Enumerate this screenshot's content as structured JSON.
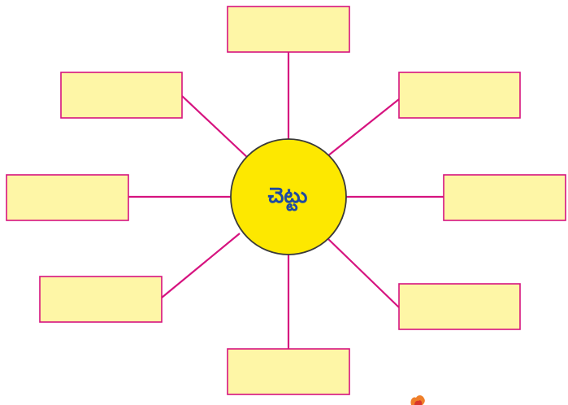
{
  "center": {
    "label": "చెట్టు"
  },
  "boxes": [
    {
      "id": "top",
      "text": ""
    },
    {
      "id": "upper-right",
      "text": ""
    },
    {
      "id": "right",
      "text": ""
    },
    {
      "id": "lower-right",
      "text": ""
    },
    {
      "id": "bottom",
      "text": ""
    },
    {
      "id": "lower-left",
      "text": ""
    },
    {
      "id": "left",
      "text": ""
    },
    {
      "id": "upper-left",
      "text": ""
    }
  ],
  "colors": {
    "connector": "#d6137f",
    "box_fill": "#fef6a6",
    "box_border": "#d6137f",
    "center_fill": "#fde800",
    "center_border": "#3a3a3a",
    "center_text": "#1f4aa0"
  }
}
